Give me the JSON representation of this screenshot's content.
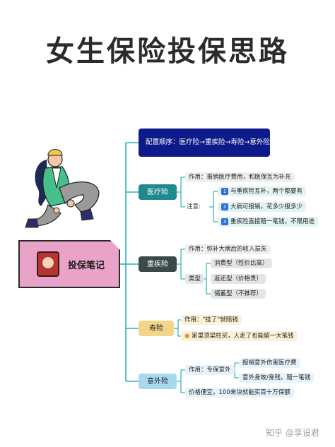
{
  "title": "女生保险投保思路",
  "center": "投保笔记",
  "top_box": "配置顺序：医疗险→重疾险→寿险→意外险",
  "medical": {
    "label": "医疗险",
    "func": "作用：报销医疗费用，和医保互为补充",
    "note_label": "注意:",
    "notes": [
      "与重疾险互补，两个都要有",
      "大病可报销，花多少报多少",
      "重疾险直接赔一笔钱，不限用途"
    ]
  },
  "critical": {
    "label": "重疾险",
    "func": "作用：弥补大病后的收入损失",
    "type_label": "类型",
    "types": [
      "消费型（性价比高）",
      "返还型（价格贵）",
      "储蓄型（不推荐）"
    ]
  },
  "life": {
    "label": "寿险",
    "func": "作用：\"挂了\"就赔钱",
    "note": "家里顶梁柱买，人走了也能留一大笔钱"
  },
  "accident": {
    "label": "意外险",
    "func": "作用：专保意外",
    "subs": [
      "报销意外伤害医疗费",
      "意外身故/身残，赔一笔钱"
    ],
    "price": "价格便宜，100来块就能买百十万保额"
  },
  "watermark": "知乎 @享设君",
  "colors": {
    "medical": "#1f8a8c",
    "critical": "#3a4a47",
    "life": "#f3d58a",
    "accident": "#a8d8f0",
    "line": "#20b2aa"
  }
}
